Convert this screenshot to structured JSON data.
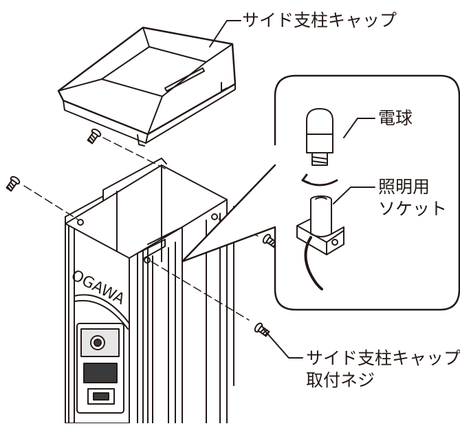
{
  "callouts": {
    "cap": "サイド支柱キャップ",
    "bulb": "電球",
    "socket_line1": "照明用",
    "socket_line2": "ソケット",
    "screw_line1": "サイド支柱キャップ",
    "screw_line2": "取付ネジ"
  },
  "post": {
    "brand": "OGAWA"
  },
  "colors": {
    "line": "#231815",
    "fill": "#ffffff",
    "panel": "#e6e6e6",
    "panel_dark": "#3a3a3a"
  },
  "icons": [
    "screw-icon",
    "rotate-arrow-icon"
  ]
}
